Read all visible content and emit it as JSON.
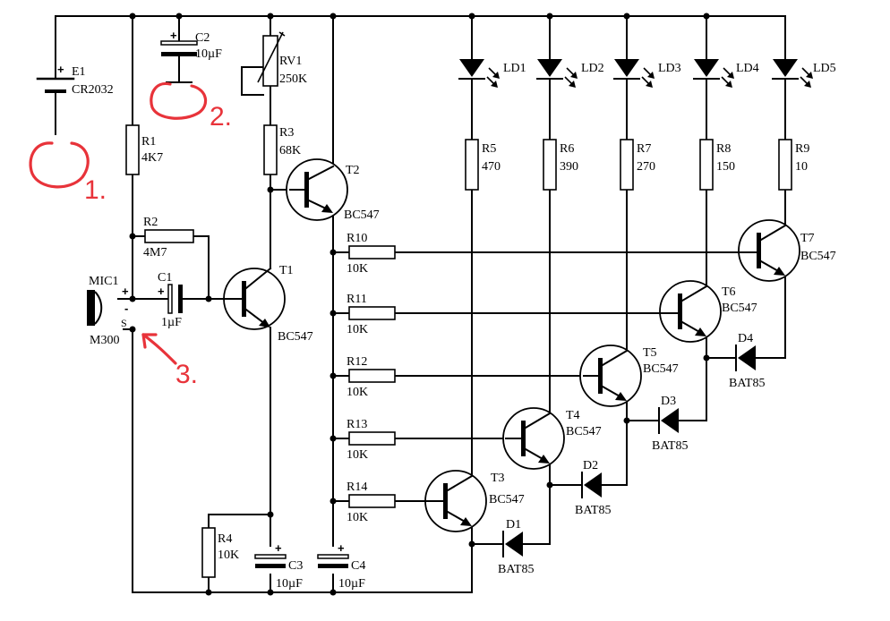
{
  "components": {
    "E1": {
      "ref": "E1",
      "value": "CR2032"
    },
    "C2": {
      "ref": "C2",
      "value": "10µF"
    },
    "RV1": {
      "ref": "RV1",
      "value": "250K"
    },
    "R1": {
      "ref": "R1",
      "value": "4K7"
    },
    "R2": {
      "ref": "R2",
      "value": "4M7"
    },
    "R3": {
      "ref": "R3",
      "value": "68K"
    },
    "R4": {
      "ref": "R4",
      "value": "10K"
    },
    "C1": {
      "ref": "C1",
      "value": "1µF"
    },
    "C3": {
      "ref": "C3",
      "value": "10µF"
    },
    "C4": {
      "ref": "C4",
      "value": "10µF"
    },
    "MIC1": {
      "ref": "MIC1",
      "value": "M300",
      "pin_plus": "+",
      "pin_minus": "-",
      "pin_s": "S"
    },
    "T1": {
      "ref": "T1",
      "value": "BC547"
    },
    "T2": {
      "ref": "T2",
      "value": "BC547"
    },
    "T3": {
      "ref": "T3",
      "value": "BC547"
    },
    "T4": {
      "ref": "T4",
      "value": "BC547"
    },
    "T5": {
      "ref": "T5",
      "value": "BC547"
    },
    "T6": {
      "ref": "T6",
      "value": "BC547"
    },
    "T7": {
      "ref": "T7",
      "value": "BC547"
    },
    "R5": {
      "ref": "R5",
      "value": "470"
    },
    "R6": {
      "ref": "R6",
      "value": "390"
    },
    "R7": {
      "ref": "R7",
      "value": "270"
    },
    "R8": {
      "ref": "R8",
      "value": "150"
    },
    "R9": {
      "ref": "R9",
      "value": "10"
    },
    "R10": {
      "ref": "R10",
      "value": "10K"
    },
    "R11": {
      "ref": "R11",
      "value": "10K"
    },
    "R12": {
      "ref": "R12",
      "value": "10K"
    },
    "R13": {
      "ref": "R13",
      "value": "10K"
    },
    "R14": {
      "ref": "R14",
      "value": "10K"
    },
    "LD1": {
      "ref": "LD1"
    },
    "LD2": {
      "ref": "LD2"
    },
    "LD3": {
      "ref": "LD3"
    },
    "LD4": {
      "ref": "LD4"
    },
    "LD5": {
      "ref": "LD5"
    },
    "D1": {
      "ref": "D1",
      "value": "BAT85"
    },
    "D2": {
      "ref": "D2",
      "value": "BAT85"
    },
    "D3": {
      "ref": "D3",
      "value": "BAT85"
    },
    "D4": {
      "ref": "D4",
      "value": "BAT85"
    }
  },
  "polarity": {
    "plus": "+"
  },
  "annotations": [
    {
      "label": "1."
    },
    {
      "label": "2."
    },
    {
      "label": "3."
    }
  ],
  "colors": {
    "ink": "#000000",
    "annotation": "#e8333a",
    "background": "#ffffff"
  }
}
